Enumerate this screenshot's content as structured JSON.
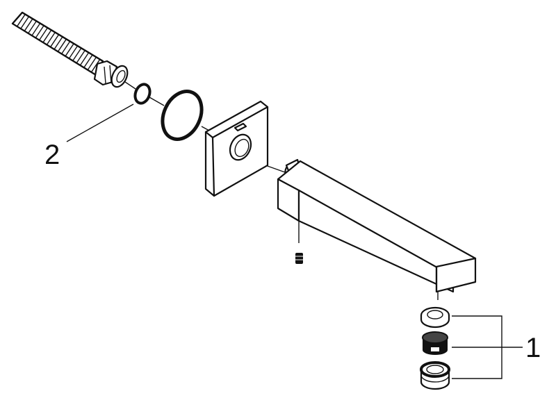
{
  "callouts": {
    "one": "1",
    "two": "2"
  },
  "parts": [
    {
      "name": "flexible-hose",
      "icon": "corrugated-hose"
    },
    {
      "name": "small-o-ring",
      "icon": "o-ring"
    },
    {
      "name": "large-o-ring",
      "icon": "o-ring"
    },
    {
      "name": "wall-escutcheon-plate",
      "icon": "square-rosette"
    },
    {
      "name": "square-spout-body",
      "icon": "square-spout"
    },
    {
      "name": "grub-screw",
      "icon": "set-screw"
    },
    {
      "name": "aerator-washer",
      "icon": "washer"
    },
    {
      "name": "aerator-insert",
      "icon": "aerator"
    },
    {
      "name": "aerator-housing",
      "icon": "aerator-cap"
    }
  ],
  "colors": {
    "line": "#111111",
    "background": "#ffffff"
  }
}
